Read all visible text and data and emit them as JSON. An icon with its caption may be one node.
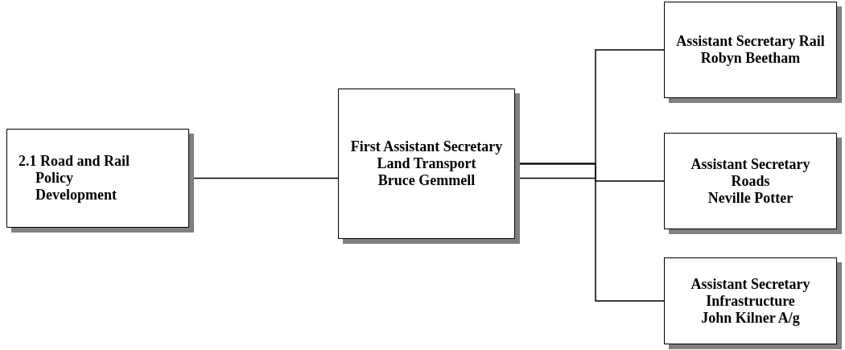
{
  "diagram": {
    "nodes": [
      {
        "text": [
          "2.1 Road and Rail Policy Development"
        ]
      },
      {
        "text": [
          "First Assistant Secretary Land Transport",
          "Bruce Gemmell"
        ]
      },
      {
        "text": [
          "Assistant Secretary Rail",
          "Robyn Beetham"
        ]
      },
      {
        "text": [
          "Assistant Secretary Roads",
          "Neville Potter"
        ]
      },
      {
        "text": [
          "Assistant Secretary Infrastructure",
          "John Kilner A/g"
        ]
      }
    ],
    "edges": [
      {
        "from": 0,
        "to": 1,
        "arrow": "none"
      },
      {
        "from": 1,
        "to": 2,
        "arrow": "none"
      },
      {
        "from": 1,
        "to": 3,
        "arrow": "none"
      },
      {
        "from": 1,
        "to": 4,
        "arrow": "none"
      }
    ]
  }
}
